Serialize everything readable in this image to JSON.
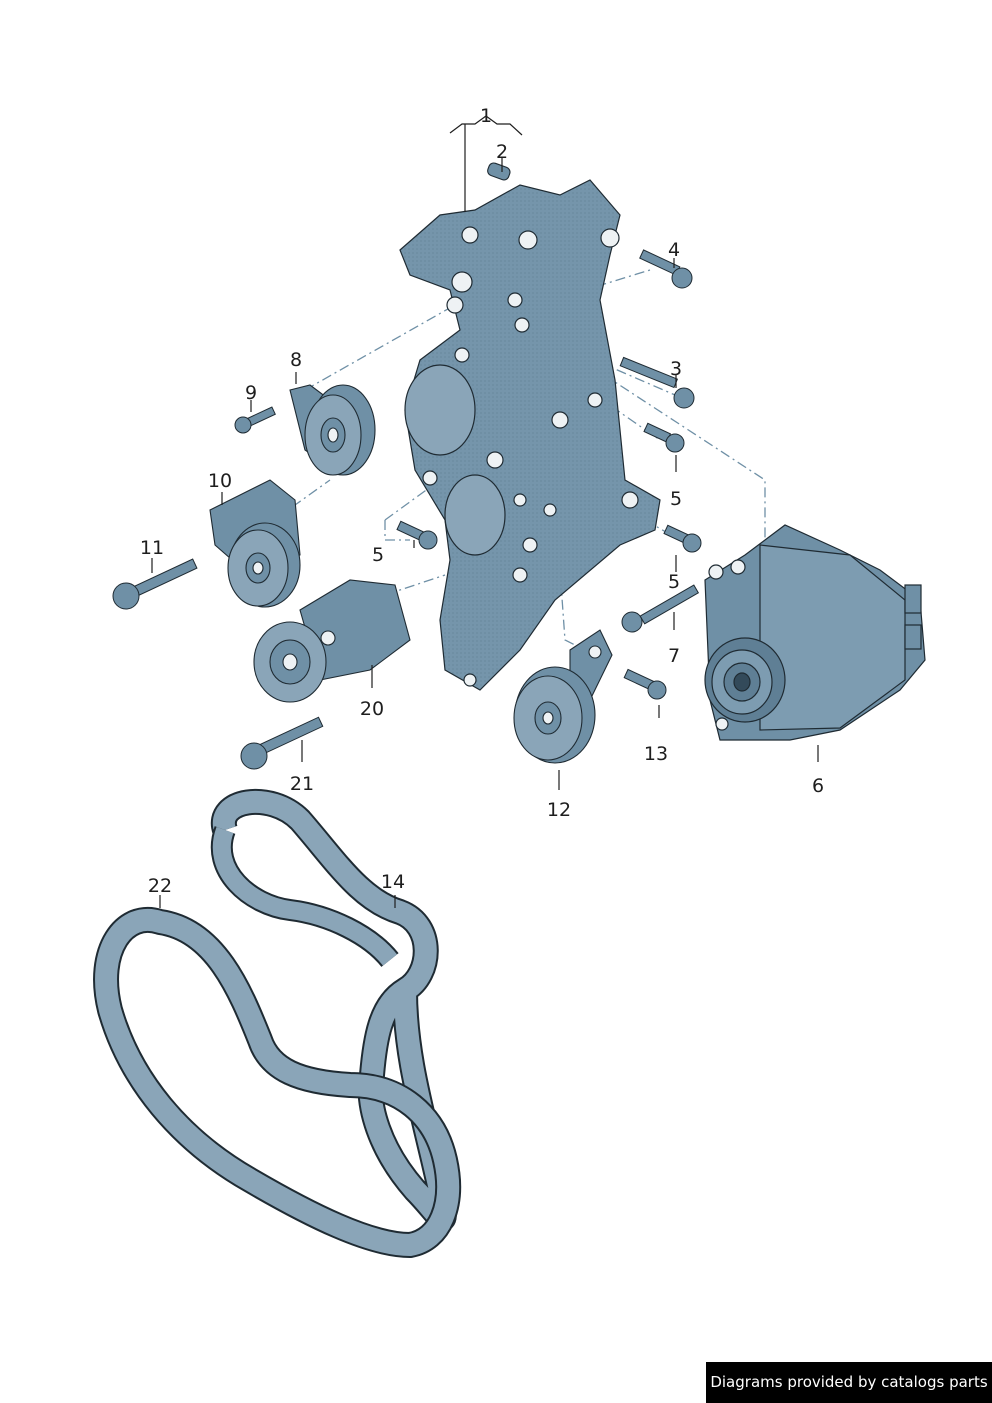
{
  "diagram": {
    "callouts": [
      {
        "id": "1",
        "text": "1"
      },
      {
        "id": "2",
        "text": "2"
      },
      {
        "id": "3",
        "text": "3"
      },
      {
        "id": "4",
        "text": "4"
      },
      {
        "id": "5a",
        "text": "5"
      },
      {
        "id": "5b",
        "text": "5"
      },
      {
        "id": "5c",
        "text": "5"
      },
      {
        "id": "6",
        "text": "6"
      },
      {
        "id": "7",
        "text": "7"
      },
      {
        "id": "8",
        "text": "8"
      },
      {
        "id": "9",
        "text": "9"
      },
      {
        "id": "10",
        "text": "10"
      },
      {
        "id": "11",
        "text": "11"
      },
      {
        "id": "12",
        "text": "12"
      },
      {
        "id": "13",
        "text": "13"
      },
      {
        "id": "14",
        "text": "14"
      },
      {
        "id": "20",
        "text": "20"
      },
      {
        "id": "21",
        "text": "21"
      },
      {
        "id": "22",
        "text": "22"
      }
    ],
    "part_color": "#6f90a6",
    "outline_color": "#1f2b33"
  },
  "footer": {
    "credit": "Diagrams provided by catalogs parts"
  }
}
